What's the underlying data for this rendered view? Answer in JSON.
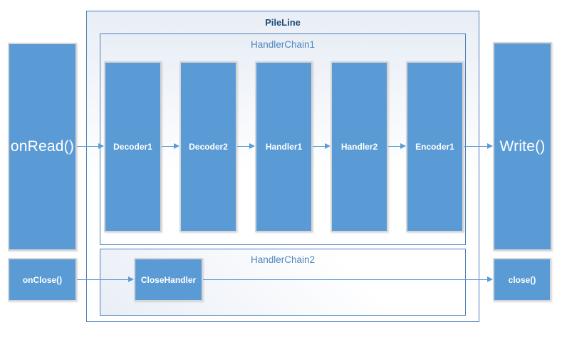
{
  "diagram": {
    "title": "PileLine",
    "chains": [
      {
        "label": "HandlerChain1",
        "handlers": [
          "Decoder1",
          "Decoder2",
          "Handler1",
          "Handler2",
          "Encoder1"
        ]
      },
      {
        "label": "HandlerChain2",
        "handlers": [
          "CloseHandler"
        ]
      }
    ],
    "read_flow": {
      "input": "onRead()",
      "output": "Write()"
    },
    "close_flow": {
      "input": "onClose()",
      "output": "close()"
    },
    "colors": {
      "node_fill": "#5b9bd5",
      "node_border": "#d6d6d6",
      "node_text": "#ffffff",
      "container_border": "#4a7eb5",
      "container_fill_tint": "#e9eef6",
      "pipeline_title": "#1f4e79",
      "chain_label": "#4e86c0",
      "arrow": "#5b9bd5"
    }
  }
}
